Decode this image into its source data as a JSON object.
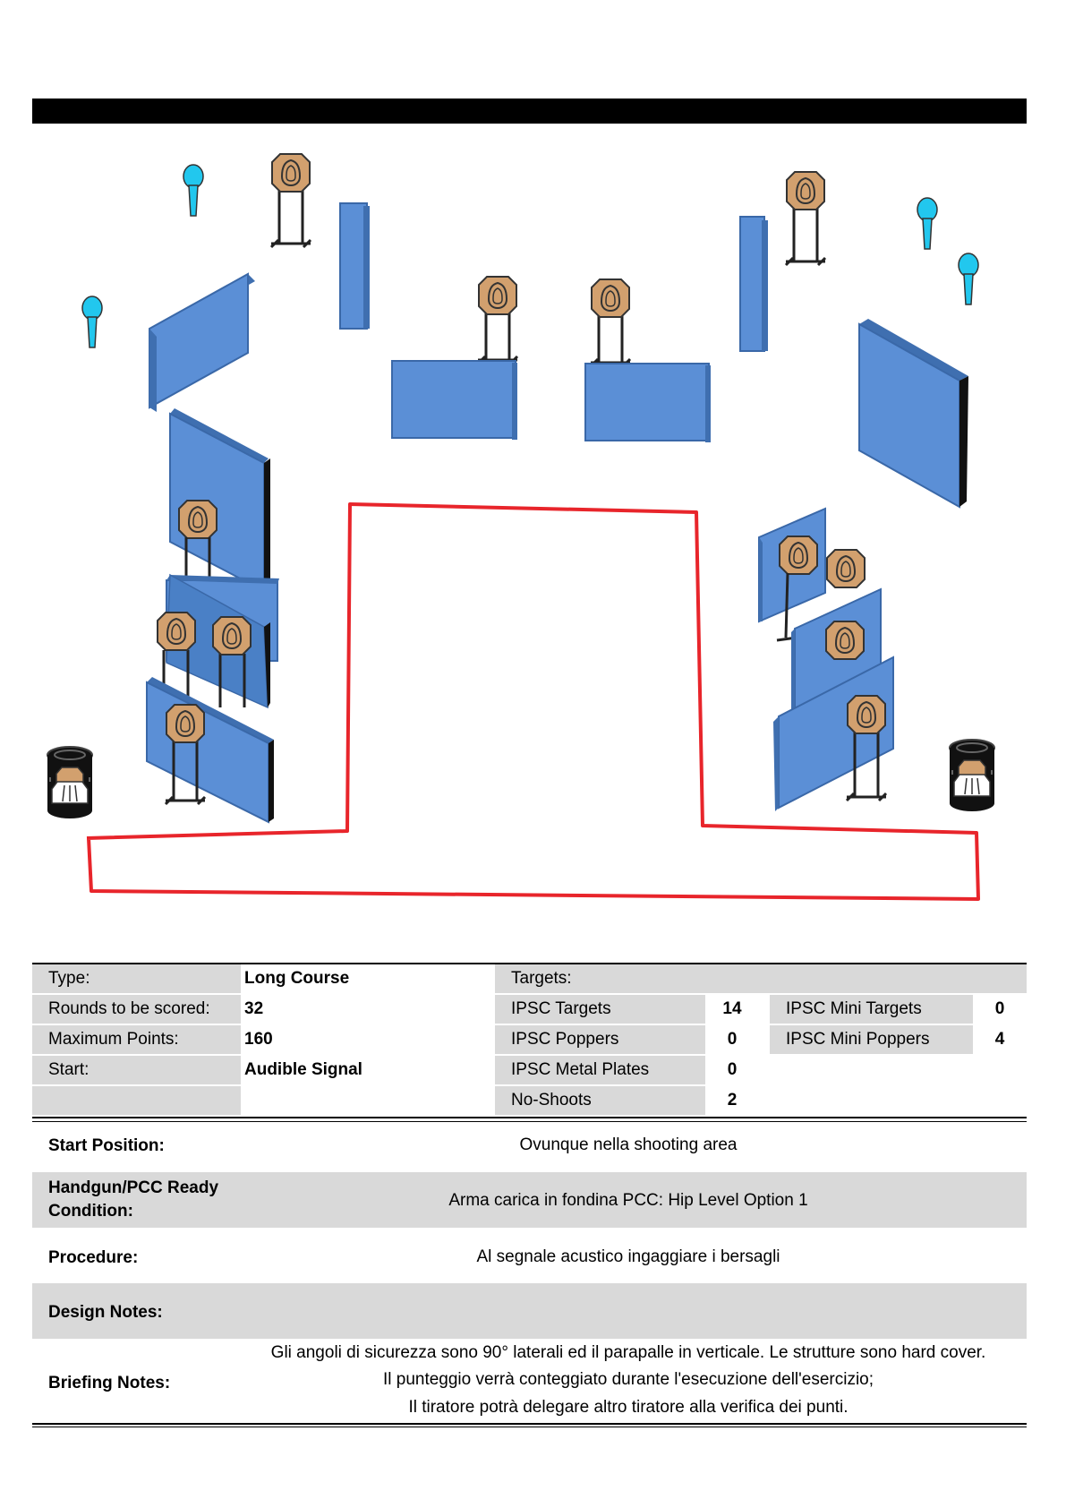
{
  "stage_info": {
    "type_label": "Type:",
    "type_value": "Long Course",
    "rounds_label": "Rounds to be scored:",
    "rounds_value": "32",
    "max_points_label": "Maximum Points:",
    "max_points_value": "160",
    "start_label": "Start:",
    "start_value": "Audible Signal"
  },
  "targets": {
    "header": "Targets:",
    "ipsc_targets_label": "IPSC Targets",
    "ipsc_targets_value": "14",
    "ipsc_poppers_label": "IPSC Poppers",
    "ipsc_poppers_value": "0",
    "ipsc_metal_plates_label": "IPSC Metal Plates",
    "ipsc_metal_plates_value": "0",
    "no_shoots_label": "No-Shoots",
    "no_shoots_value": "2",
    "ipsc_mini_targets_label": "IPSC Mini Targets",
    "ipsc_mini_targets_value": "0",
    "ipsc_mini_poppers_label": "IPSC Mini Poppers",
    "ipsc_mini_poppers_value": "4"
  },
  "details": {
    "start_position_label": "Start Position:",
    "start_position_value": "Ovunque nella shooting area",
    "ready_condition_label_line1": "Handgun/PCC Ready",
    "ready_condition_label_line2": "Condition:",
    "ready_condition_value": "Arma carica in fondina PCC: Hip Level Option 1",
    "procedure_label": "Procedure:",
    "procedure_value": "Al segnale acustico ingaggiare i bersagli",
    "design_notes_label": "Design Notes:",
    "briefing_notes_label": "Briefing Notes:",
    "briefing_line1": "Gli angoli di sicurezza sono 90° laterali ed il parapalle in verticale. Le strutture sono hard cover.",
    "briefing_line2": "Il punteggio verrà conteggiato durante l'esecuzione dell'esercizio;",
    "briefing_line3": "Il tiratore potrà delegare altro tiratore alla verifica dei punti."
  },
  "colors": {
    "wall": "#5b8fd6",
    "wall_dark": "#3f6fb0",
    "target": "#d2a06e",
    "mini_popper": "#22c7ee",
    "fault_line": "#e8252b",
    "table_shade": "#d9d9d9"
  }
}
